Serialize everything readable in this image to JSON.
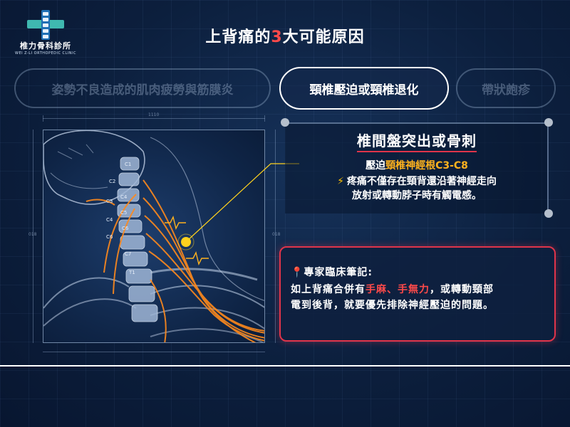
{
  "logo": {
    "name": "椎力骨科診所",
    "sub": "WEI Z-LI ORTHOPEDIC CLINIC",
    "icon": "spine-cross-icon"
  },
  "title": {
    "prefix": "上背痛的",
    "number": "3",
    "suffix": "大可能原因"
  },
  "tabs": [
    {
      "label": "姿勢不良造成的肌肉疲勞與筋膜炎",
      "active": false
    },
    {
      "label": "頸椎壓迫或頸椎退化",
      "active": true
    },
    {
      "label": "帶狀皰疹",
      "active": false
    }
  ],
  "figure": {
    "dim_top": "1110",
    "dim_left": "018",
    "dim_right": "018",
    "vertebra_labels": [
      "C1",
      "C2",
      "C3",
      "C4",
      "C4",
      "C5",
      "C6",
      "C6",
      "C7",
      "T1"
    ],
    "colors": {
      "nerve": "#ff8a1c",
      "bone": "#c9d8ee",
      "marker": "#ffd21e"
    }
  },
  "info": {
    "title": "椎間盤突出或骨刺",
    "line1_prefix": "壓迫",
    "line1_highlight": "頸椎神經根C3-C8",
    "line2": "疼痛不僅存在頸背還沿著神經走向",
    "line3": "放射或轉動脖子時有觸電感。"
  },
  "note": {
    "head": "專家臨床筆記:",
    "line1_a": "如上背痛合併有",
    "line1_red": "手麻、手無力",
    "line1_b": "，或轉動頸部",
    "line2": "電到後背，就要優先排除神經壓迫的問題。"
  },
  "colors": {
    "accent_red": "#ff4a4a",
    "highlight_amber": "#ffb21e",
    "note_border": "#e0344a",
    "background": "#0c1f3d"
  }
}
